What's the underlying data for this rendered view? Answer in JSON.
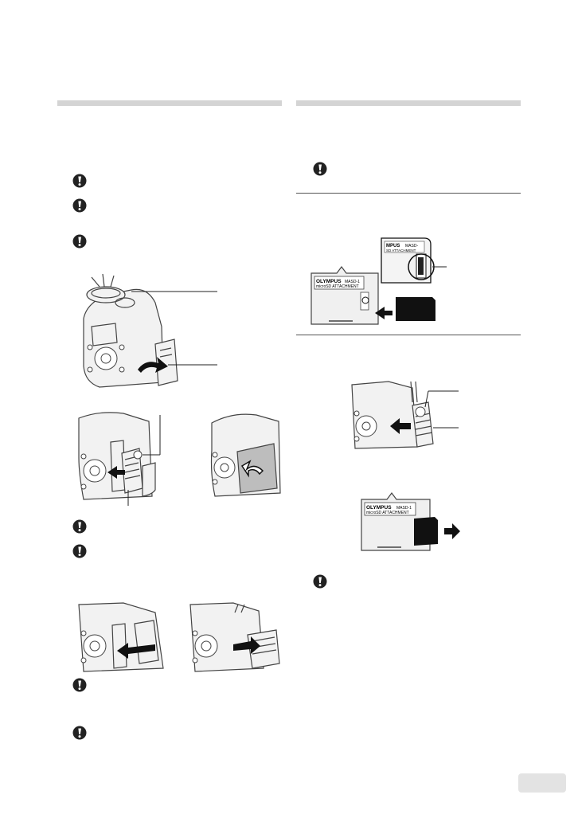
{
  "left_column": {
    "notes": [
      "note",
      "note",
      "note",
      "note",
      "note",
      "note",
      "note"
    ]
  },
  "right_column": {
    "notes": [
      "note",
      "note"
    ]
  },
  "adapter_label": {
    "brand": "OLYMPUS",
    "model": "MASD-1",
    "product": "microSD ATTACHMENT",
    "inset_brand": "MPUS",
    "inset_model": "MASD-",
    "inset_product": "SD ATTACHMENT"
  },
  "icons": {
    "note": "caution-icon",
    "page_tab": "page-number-tab"
  }
}
